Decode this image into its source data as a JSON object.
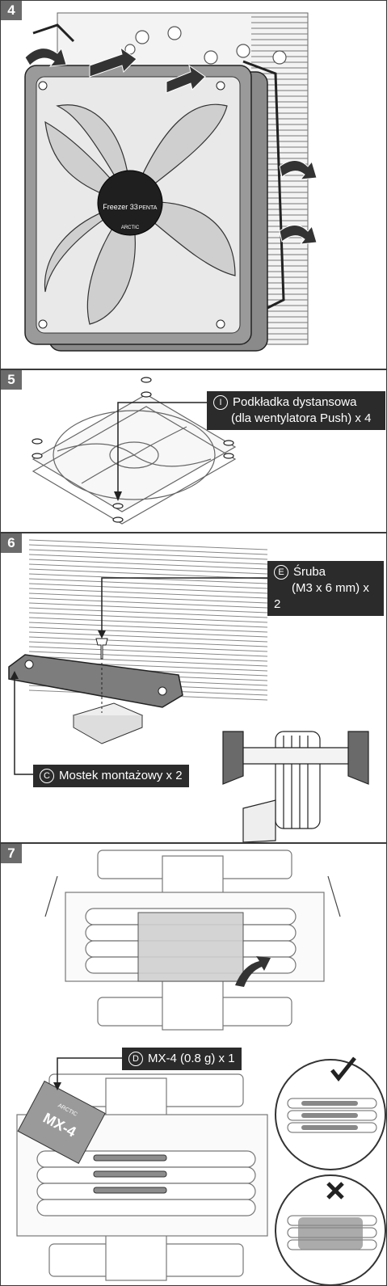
{
  "steps": [
    {
      "number": "4"
    },
    {
      "number": "5",
      "label_letter": "I",
      "label_line1": "Podkładka dystansowa",
      "label_line2": "(dla wentylatora Push) x 4"
    },
    {
      "number": "6",
      "label_letter": "E",
      "label_line1": "Śruba",
      "label_line2": "(M3 x 6 mm) x 2",
      "label2_letter": "C",
      "label2_text": "Mostek montażowy x 2"
    },
    {
      "number": "7",
      "label_letter": "D",
      "label_text": "MX-4 (0.8 g) x 1"
    }
  ],
  "fan_badge": {
    "model": "Freezer 33",
    "edition": "PENTA",
    "brand": "ARCTIC"
  },
  "paste_tube": {
    "brand": "ARCTIC",
    "product": "MX-4"
  },
  "colors": {
    "badge_bg": "#6b6b6b",
    "label_bg": "#2b2b2b",
    "fan_frame": "#8a8a8a",
    "line": "#333333"
  }
}
